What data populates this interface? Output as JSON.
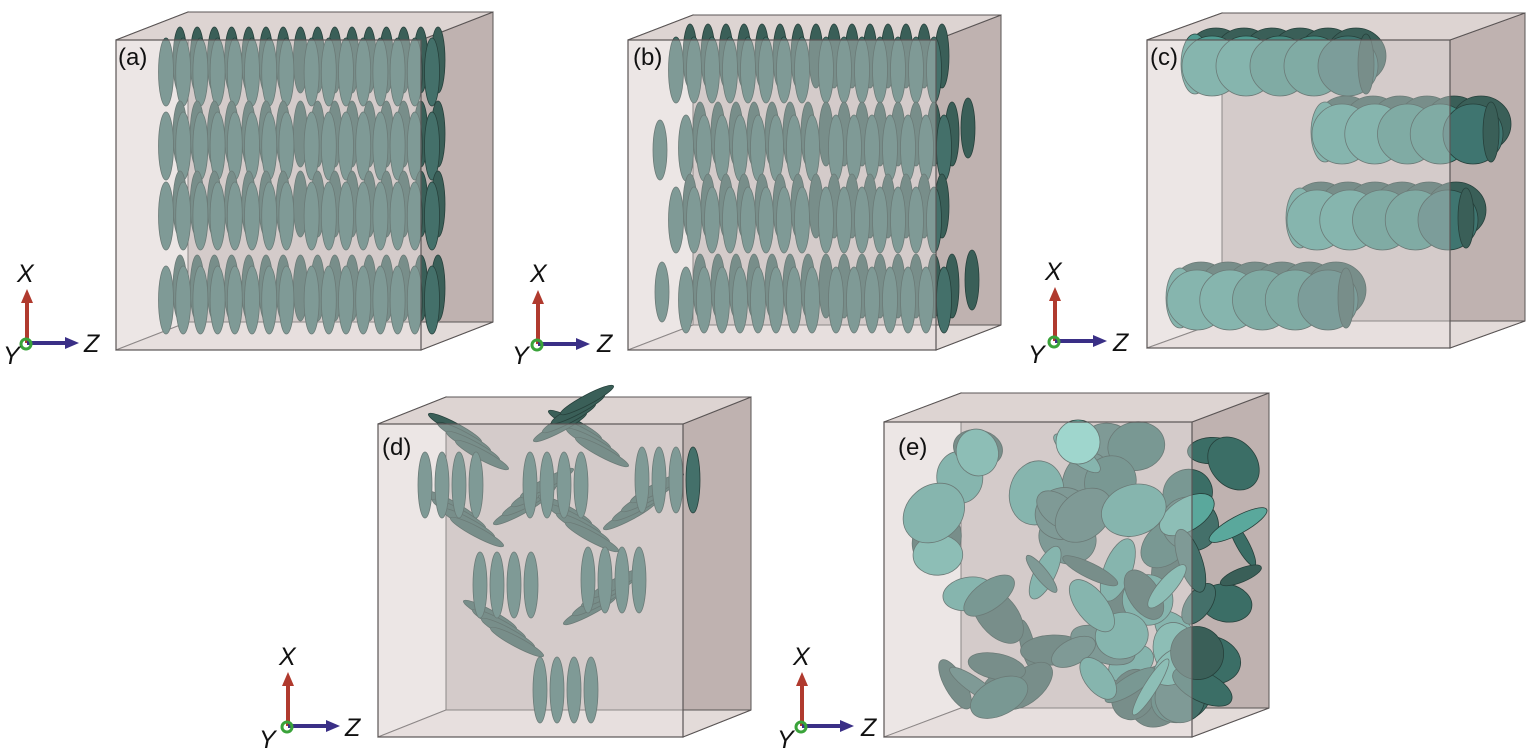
{
  "colors": {
    "box_front": "#efe9e8",
    "box_side": "#c7bcba",
    "box_top": "#ddd4d2",
    "box_edge": "#5a5555",
    "particle_dark": "#3a5f58",
    "particle_mid": "#44706a",
    "particle_light": "#4f9a90",
    "particle_highlight": "#76cdbf",
    "axis_x": "#b03a2e",
    "axis_z": "#3a2f86",
    "axis_y": "#3aa33a"
  },
  "panels": [
    {
      "id": "a",
      "label": "(a)",
      "arrangement": "aligned-rows"
    },
    {
      "id": "b",
      "label": "(b)",
      "arrangement": "staggered-rows"
    },
    {
      "id": "c",
      "label": "(c)",
      "arrangement": "stacked-platelet-layers"
    },
    {
      "id": "d",
      "label": "(d)",
      "arrangement": "brick-and-mortar-honeycomb"
    },
    {
      "id": "e",
      "label": "(e)",
      "arrangement": "random"
    }
  ],
  "axes": {
    "x_label": "X",
    "y_label": "Y",
    "z_label": "Z"
  }
}
